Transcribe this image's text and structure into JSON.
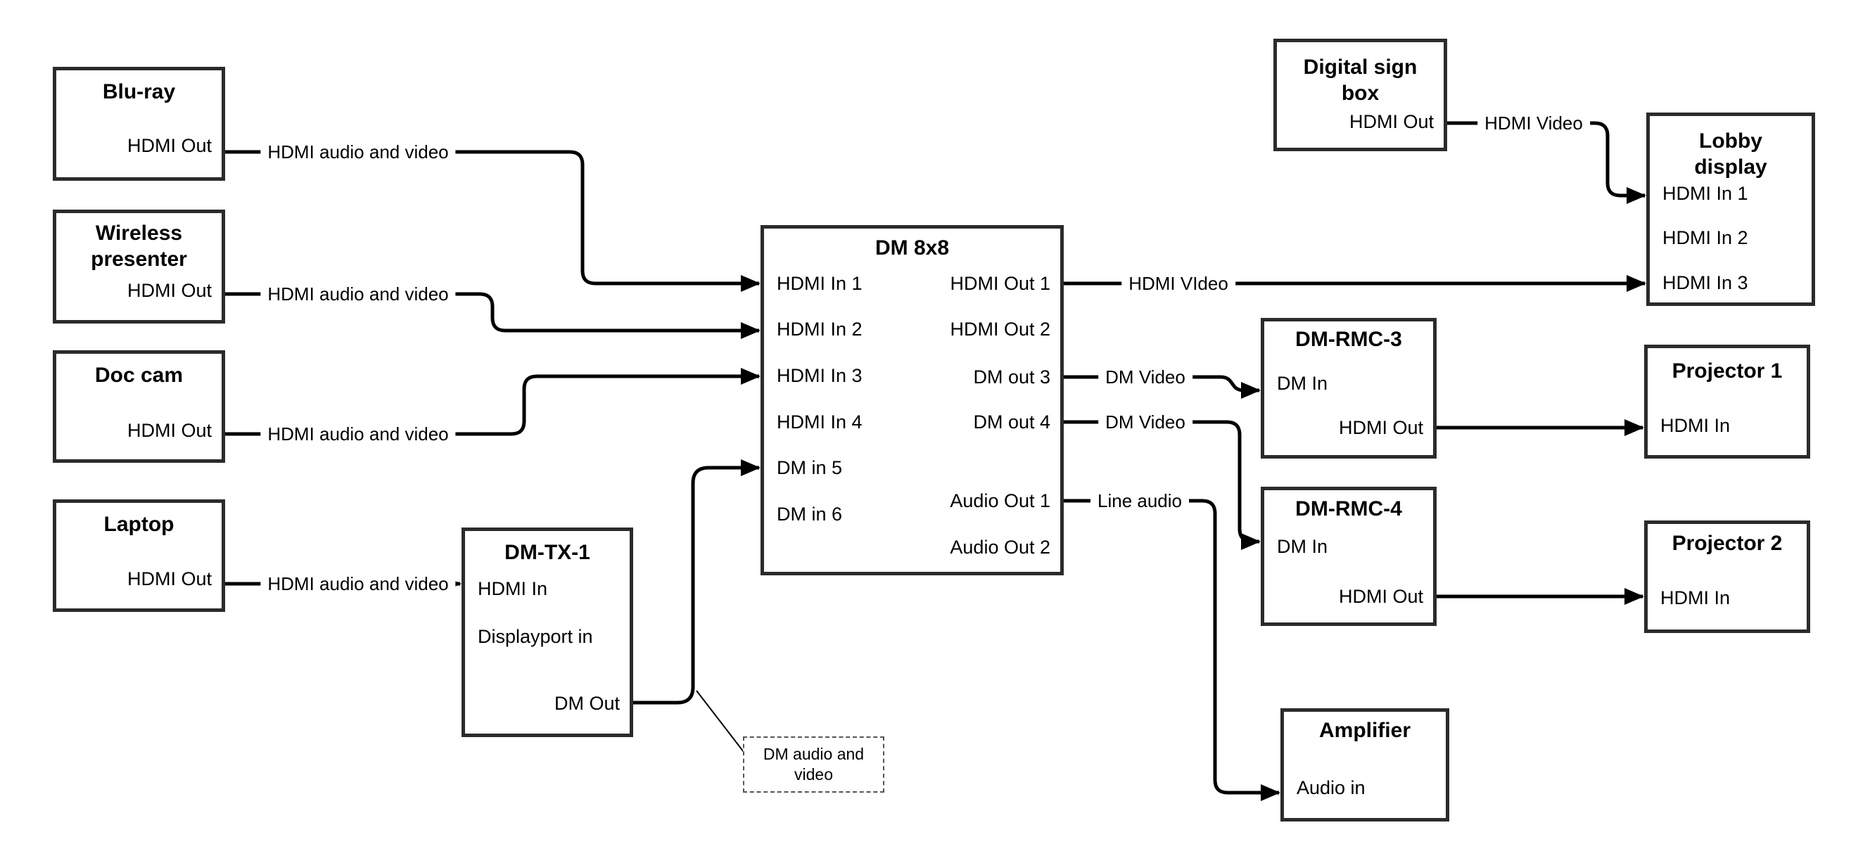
{
  "diagram": {
    "background": "#ffffff",
    "line_color": "#000000",
    "border_color": "#2b2b2b",
    "nodes": {
      "bluray": {
        "title": "Blu-ray",
        "ports": {
          "hdmi_out": "HDMI Out"
        }
      },
      "wireless": {
        "title": "Wireless presenter",
        "ports": {
          "hdmi_out": "HDMI Out"
        }
      },
      "doccam": {
        "title": "Doc cam",
        "ports": {
          "hdmi_out": "HDMI Out"
        }
      },
      "laptop": {
        "title": "Laptop",
        "ports": {
          "hdmi_out": "HDMI Out"
        }
      },
      "dmtx1": {
        "title": "DM-TX-1",
        "ports": {
          "hdmi_in": "HDMI In",
          "dp_in": "Displayport in",
          "dm_out": "DM Out"
        }
      },
      "dm8x8": {
        "title": "DM 8x8",
        "ports": {
          "in1": "HDMI In 1",
          "in2": "HDMI In 2",
          "in3": "HDMI In 3",
          "in4": "HDMI In 4",
          "in5": "DM in 5",
          "in6": "DM in 6",
          "out1": "HDMI Out 1",
          "out2": "HDMI Out 2",
          "out3": "DM out 3",
          "out4": "DM out 4",
          "aout1": "Audio Out 1",
          "aout2": "Audio Out 2"
        }
      },
      "digitalsign": {
        "title": "Digital sign box",
        "ports": {
          "hdmi_out": "HDMI Out"
        }
      },
      "lobby": {
        "title": "Lobby display",
        "ports": {
          "in1": "HDMI In 1",
          "in2": "HDMI In 2",
          "in3": "HDMI In 3"
        }
      },
      "dmrmc3": {
        "title": "DM-RMC-3",
        "ports": {
          "dm_in": "DM In",
          "hdmi_out": "HDMI Out"
        }
      },
      "proj1": {
        "title": "Projector 1",
        "ports": {
          "hdmi_in": "HDMI In"
        }
      },
      "dmrmc4": {
        "title": "DM-RMC-4",
        "ports": {
          "dm_in": "DM In",
          "hdmi_out": "HDMI Out"
        }
      },
      "proj2": {
        "title": "Projector 2",
        "ports": {
          "hdmi_in": "HDMI In"
        }
      },
      "amplifier": {
        "title": "Amplifier",
        "ports": {
          "audio_in": "Audio in"
        }
      }
    },
    "edges": {
      "bluray_to_dm8x8": "HDMI audio and video",
      "wireless_to_dm8x8": "HDMI audio and video",
      "doccam_to_dm8x8": "HDMI audio and video",
      "laptop_to_dmtx1": "HDMI audio and video",
      "dm8x8_to_lobby": "HDMI VIdeo",
      "dm8x8_to_rmc3": "DM Video",
      "dm8x8_to_rmc4": "DM Video",
      "dm8x8_to_amp": "Line audio",
      "digitalsign_to_lobby": "HDMI Video",
      "dmtx1_callout": "DM audio and video"
    }
  }
}
